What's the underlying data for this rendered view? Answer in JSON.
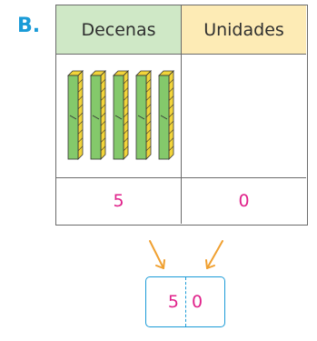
{
  "section_label": "B.",
  "table": {
    "headers": {
      "tens": "Decenas",
      "ones": "Unidades"
    },
    "tens_rods_count": 5,
    "ones_cubes_count": 0,
    "values": {
      "tens": "5",
      "ones": "0"
    }
  },
  "result": {
    "tens_digit": "5",
    "ones_digit": "0"
  },
  "colors": {
    "tens_header_bg": "#cfe8c6",
    "ones_header_bg": "#fdebb5",
    "digit_color": "#e0218a",
    "accent_blue": "#1a9bd7",
    "arrow_color": "#f0a030",
    "rod_green": "#84c96b",
    "rod_yellow": "#f2d43a"
  },
  "icons": {
    "rods": "base-ten-rod-icon",
    "arrows": "arrow-down-icon"
  }
}
